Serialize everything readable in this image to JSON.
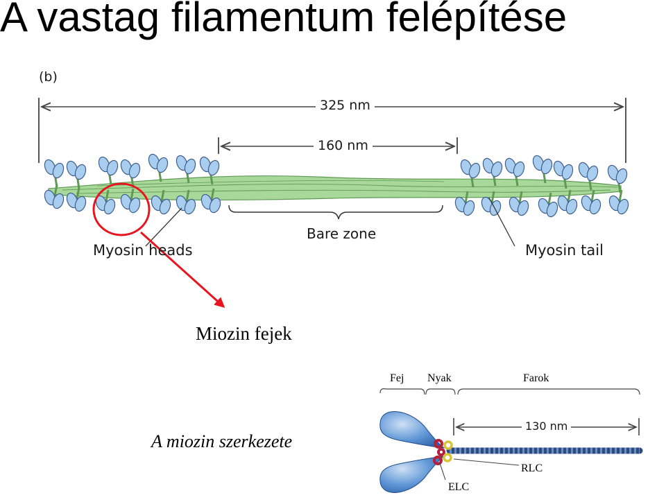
{
  "slide": {
    "title": "A vastag filamentum felépítése"
  },
  "filament_diagram": {
    "panel_label": "(b)",
    "length_total": "325 nm",
    "length_bare": "160 nm",
    "bare_zone_label": "Bare zone",
    "heads_label": "Myosin heads",
    "tail_label": "Myosin tail",
    "callout_label": "Miozin fejek",
    "colors": {
      "filament": "#a8d89a",
      "filament_stroke": "#5f9a55",
      "head": "#a9cdee",
      "head_stroke": "#3d5e8a",
      "callout": "#e8141e"
    }
  },
  "myosin_molecule": {
    "caption": "A miozin szerkezete",
    "region_head": "Fej",
    "region_neck": "Nyak",
    "region_tail": "Farok",
    "length_tail": "130 nm",
    "rlc_label": "RLC",
    "elc_label": "ELC",
    "colors": {
      "head": "#3f7ec4",
      "tail": "#2b4a80",
      "elc": "#b4203c",
      "rlc": "#d9c33a"
    }
  }
}
